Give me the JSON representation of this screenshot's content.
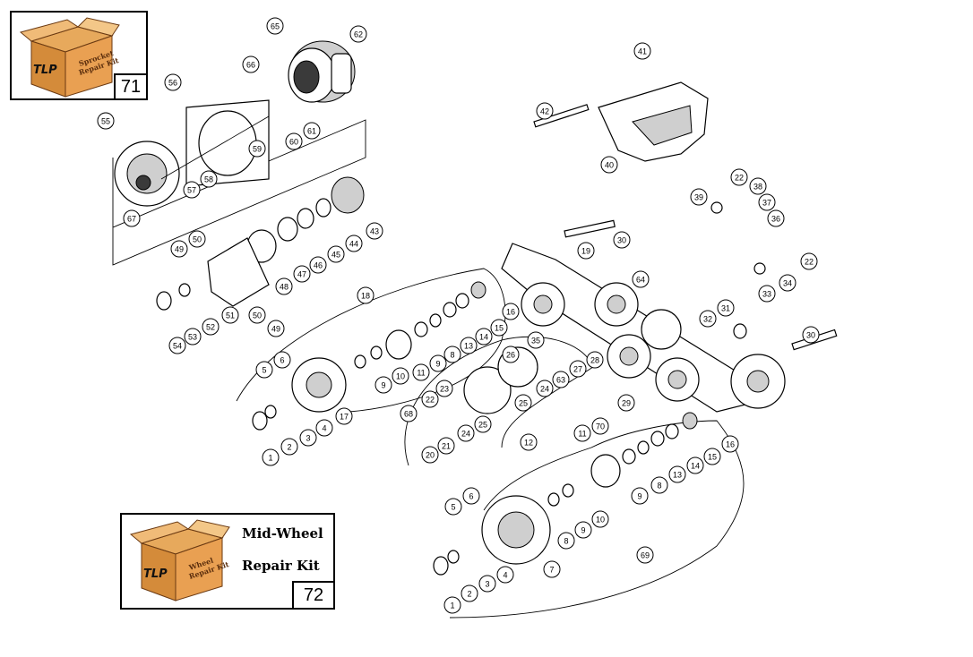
{
  "kits": [
    {
      "id": "sprocket",
      "box_lines": [
        "Sprocket",
        "Repair Kit"
      ],
      "brand": "TLP",
      "number": "71",
      "title_lines": []
    },
    {
      "id": "midwheel",
      "box_lines": [
        "Wheel",
        "Repair Kit"
      ],
      "brand": "TLP",
      "number": "72",
      "title_lines": [
        "Mid-Wheel",
        "Repair Kit"
      ]
    }
  ],
  "callouts": [
    "65",
    "62",
    "66",
    "56",
    "55",
    "59",
    "60",
    "61",
    "57",
    "58",
    "67",
    "43",
    "44",
    "45",
    "46",
    "47",
    "48",
    "49",
    "50",
    "51",
    "52",
    "53",
    "54",
    "50b",
    "49b",
    "41",
    "42",
    "40",
    "39",
    "22",
    "38",
    "37",
    "36",
    "22b",
    "33",
    "34",
    "30",
    "19",
    "64",
    "18",
    "16",
    "15",
    "14",
    "13",
    "8",
    "9",
    "11",
    "10",
    "12b",
    "5",
    "6",
    "17",
    "4",
    "3",
    "2",
    "1",
    "26",
    "25",
    "24",
    "23",
    "22c",
    "21",
    "20",
    "68",
    "35",
    "63",
    "27",
    "28",
    "24b",
    "25b",
    "31",
    "32",
    "29",
    "30b",
    "12",
    "70",
    "11b",
    "9b",
    "8b",
    "13b",
    "14b",
    "15b",
    "16b",
    "10b",
    "9c",
    "8c",
    "69",
    "5b",
    "6b",
    "7",
    "4b",
    "3b",
    "2b",
    "1b"
  ],
  "labels": {
    "65": "65",
    "62": "62",
    "66": "66",
    "56": "56",
    "55": "55",
    "59": "59",
    "60": "60",
    "61": "61",
    "57": "57",
    "58": "58",
    "67": "67",
    "43": "43",
    "44": "44",
    "45": "45",
    "46": "46",
    "47": "47",
    "48": "48",
    "49": "49",
    "50": "50",
    "51": "51",
    "52": "52",
    "53": "53",
    "54": "54",
    "50b": "50",
    "49b": "49",
    "41": "41",
    "42": "42",
    "40": "40",
    "39": "39",
    "22": "22",
    "38": "38",
    "37": "37",
    "36": "36",
    "22b": "22",
    "33": "33",
    "34": "34",
    "30": "30",
    "19": "19",
    "64": "64",
    "18": "18",
    "16": "16",
    "15": "15",
    "14": "14",
    "13": "13",
    "8": "8",
    "9": "9",
    "11": "11",
    "10": "10",
    "12b": "9",
    "5": "5",
    "6": "6",
    "17": "17",
    "4": "4",
    "3": "3",
    "2": "2",
    "1": "1",
    "26": "26",
    "25": "25",
    "24": "24",
    "23": "23",
    "22c": "22",
    "21": "21",
    "20": "20",
    "68": "68",
    "35": "35",
    "63": "63",
    "27": "27",
    "28": "28",
    "24b": "24",
    "25b": "25",
    "31": "31",
    "32": "32",
    "29": "29",
    "30b": "30",
    "12": "12",
    "70": "70",
    "11b": "11",
    "9b": "9",
    "8b": "8",
    "13b": "13",
    "14b": "14",
    "15b": "15",
    "16b": "16",
    "10b": "10",
    "9c": "9",
    "8c": "8",
    "69": "69",
    "5b": "5",
    "6b": "6",
    "7": "7",
    "4b": "4",
    "3b": "3",
    "2b": "2",
    "1b": "1"
  }
}
